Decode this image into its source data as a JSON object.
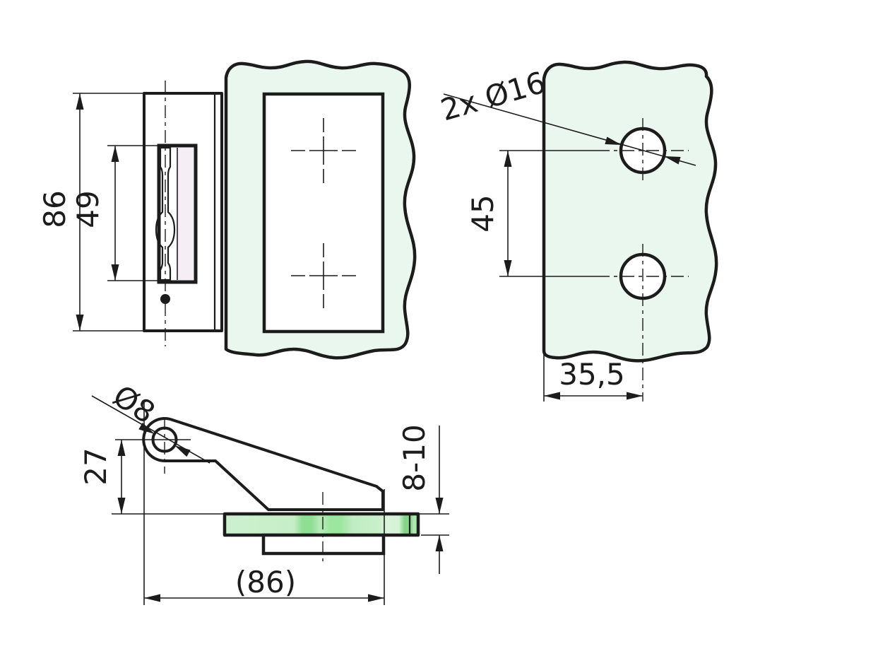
{
  "drawing_type": "technical-drawing-glass-door-hinge",
  "colors": {
    "line": "#1c1c1c",
    "glass_fill": "#eaf7ee",
    "glass_edge_light": "#c9efca",
    "glass_edge_dark": "#8edd92",
    "recess_fill": "#f6eef5",
    "background": "#ffffff"
  },
  "views": {
    "front": {
      "dim_height": "86",
      "dim_slot_height": "49"
    },
    "drill_template": {
      "hole_callout": "2x Ø16",
      "dim_hole_spacing": "45",
      "dim_edge_distance": "35,5"
    },
    "side": {
      "pivot_callout": "Ø8",
      "dim_pivot_height": "27",
      "dim_overall_length": "(86)",
      "dim_glass_thickness": "8-10"
    }
  }
}
